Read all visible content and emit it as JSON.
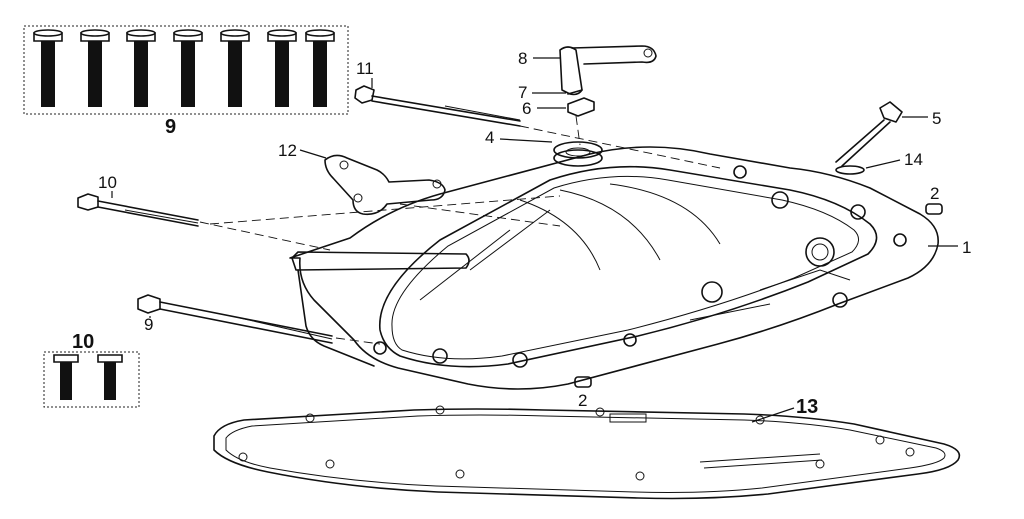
{
  "diagram": {
    "callouts": {
      "c1": "1",
      "c2a": "2",
      "c2b": "2",
      "c4": "4",
      "c5": "5",
      "c6": "6",
      "c7": "7",
      "c8": "8",
      "c9a": "9",
      "c9b": "9",
      "c10a": "10",
      "c10b": "10",
      "c11": "11",
      "c12": "12",
      "c13": "13",
      "c14": "14"
    }
  }
}
